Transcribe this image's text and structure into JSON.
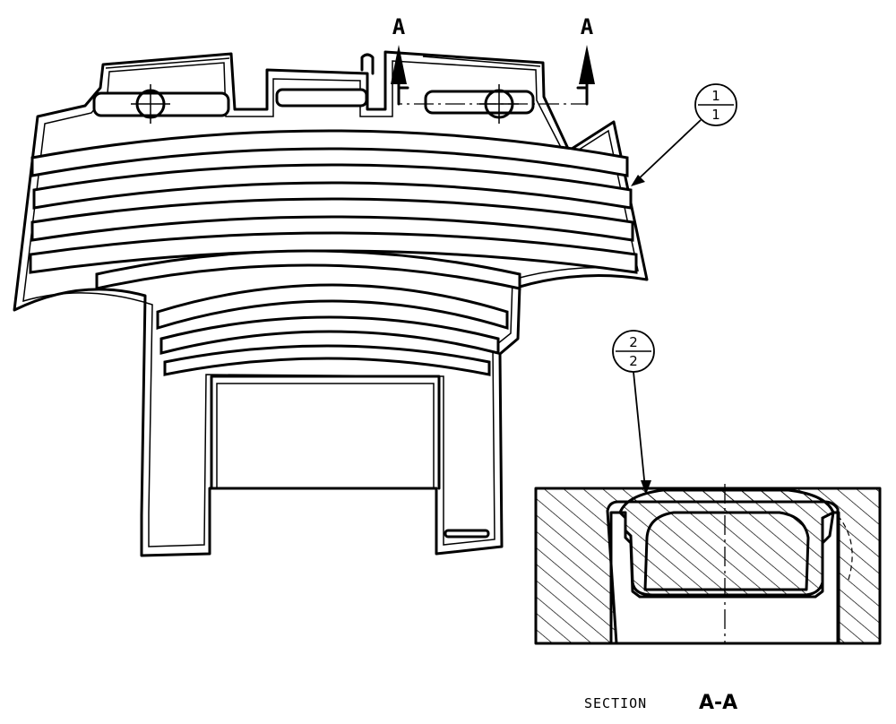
{
  "section_markers": {
    "left": "A",
    "right": "A"
  },
  "callouts": [
    {
      "top": "1",
      "bottom": "1"
    },
    {
      "top": "2",
      "bottom": "2"
    }
  ],
  "caption": {
    "prefix": "SECTION",
    "name": "A-A"
  },
  "colors": {
    "line": "#000000",
    "background": "#ffffff"
  }
}
